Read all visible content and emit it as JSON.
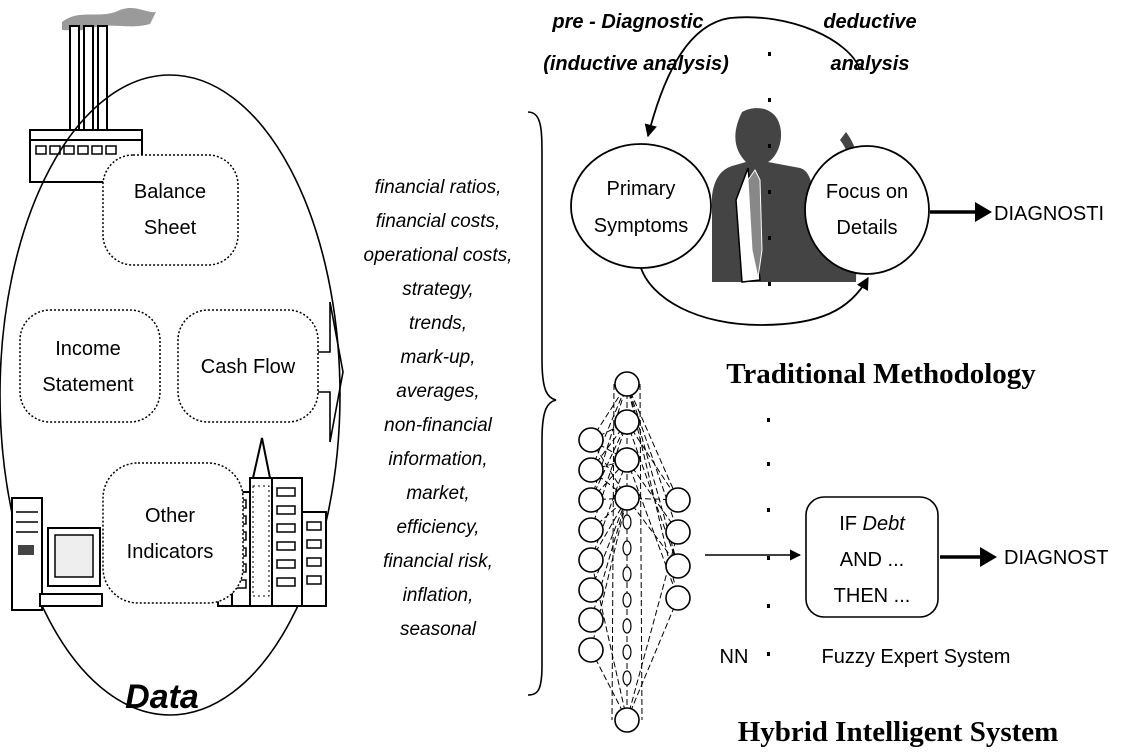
{
  "left": {
    "data_label": "Data",
    "boxes": {
      "balance_sheet": [
        "Balance",
        "Sheet"
      ],
      "income_statement": [
        "Income",
        "Statement"
      ],
      "cash_flow": "Cash Flow",
      "other_indicators": [
        "Other",
        "Indicators"
      ]
    }
  },
  "middle": {
    "items": [
      "financial ratios,",
      "financial costs,",
      "operational costs,",
      "strategy,",
      "trends,",
      "mark-up,",
      "averages,",
      "non-financial",
      "information,",
      "market,",
      "efficiency,",
      "financial risk,",
      "inflation,",
      "seasonal"
    ]
  },
  "traditional": {
    "pre_diagnostic": [
      "pre - Diagnostic",
      "(inductive analysis)"
    ],
    "deductive": [
      "deductive",
      "analysis"
    ],
    "primary_symptoms": [
      "Primary",
      "Symptoms"
    ],
    "focus_details": [
      "Focus on",
      "Details"
    ],
    "output": "DIAGNOSTI",
    "title": "Traditional Methodology"
  },
  "hybrid": {
    "nn_label": "NN",
    "rule": {
      "if_prefix": "IF ",
      "if_var": "Debt",
      "and": "AND ...",
      "then": "THEN ..."
    },
    "fuzzy_label": "Fuzzy Expert System",
    "output": "DIAGNOST",
    "title": "Hybrid Intelligent System"
  }
}
